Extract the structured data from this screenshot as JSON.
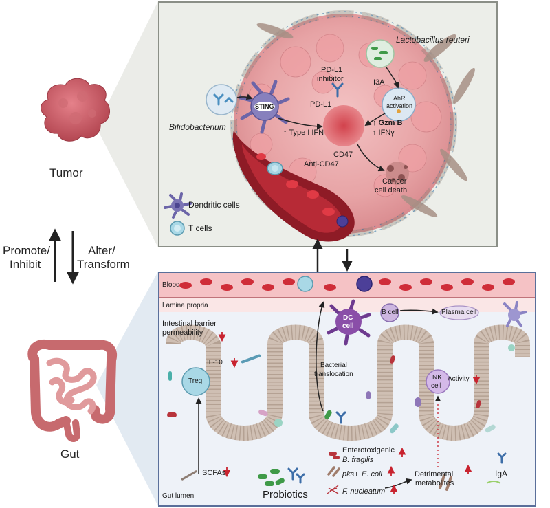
{
  "colors": {
    "tumor_panel_bg": "#eceee9",
    "gut_panel_bg": "#eef2f8",
    "gut_panel_border": "#5a6f9a",
    "tumor_tissue": "#e8a4a6",
    "blood_red": "#c8232f",
    "vessel": "#8e1b26",
    "dendritic": "#6c65a8",
    "tcell": "#a9d8e6",
    "villi": "#cfbfb3"
  },
  "side": {
    "tumor": "Tumor",
    "gut": "Gut",
    "promote": "Promote/",
    "inhibit": "Inhibit",
    "alter": "Alter/",
    "transform": "Transform"
  },
  "tumor_panel": {
    "lactobacillus": "Lactobacillus reuteri",
    "pdl1_inhibitor_1": "PD-L1",
    "pdl1_inhibitor_2": "inhibitor",
    "i3a": "I3A",
    "ahr_1": "AhR",
    "ahr_2": "activation",
    "sting": "STING",
    "pdl1": "PD-L1",
    "bifidobacterium": "Bifidobacterium",
    "type1ifn": "↑ Type I IFN",
    "gzmb": "↑ Gzm B",
    "ifng": "↑ IFNγ",
    "cd47": "CD47",
    "anti_cd47": "Anti-CD47",
    "death_1": "Cancer",
    "death_2": "cell death",
    "legend_dc": "Dendritic cells",
    "legend_tc": "T cells"
  },
  "gut_panel": {
    "blood": "Blood",
    "lamina": "Lamina propria",
    "barrier_1": "Intestinal barrier",
    "barrier_2": "permeability",
    "il10": "IL-10",
    "treg": "Treg",
    "dc_1": "DC",
    "dc_2": "cell",
    "bcell": "B cell",
    "plasma": "Plasma cell",
    "translocation_1": "Bacterial",
    "translocation_2": "translocation",
    "nk_1": "NK",
    "nk_2": "cell",
    "activity": "Activity",
    "scfas": "SCFAs",
    "probiotics": "Probiotics",
    "enterotoxigenic": "Enterotoxigenic",
    "bfragilis": "B. fragilis",
    "pks_1": "pks+",
    "pks_2": "E. coli",
    "fnucleatum": "F. nucleatum",
    "detrimental_1": "Detrimental",
    "detrimental_2": "metabolites",
    "iga": "IgA",
    "lumen": "Gut lumen"
  }
}
